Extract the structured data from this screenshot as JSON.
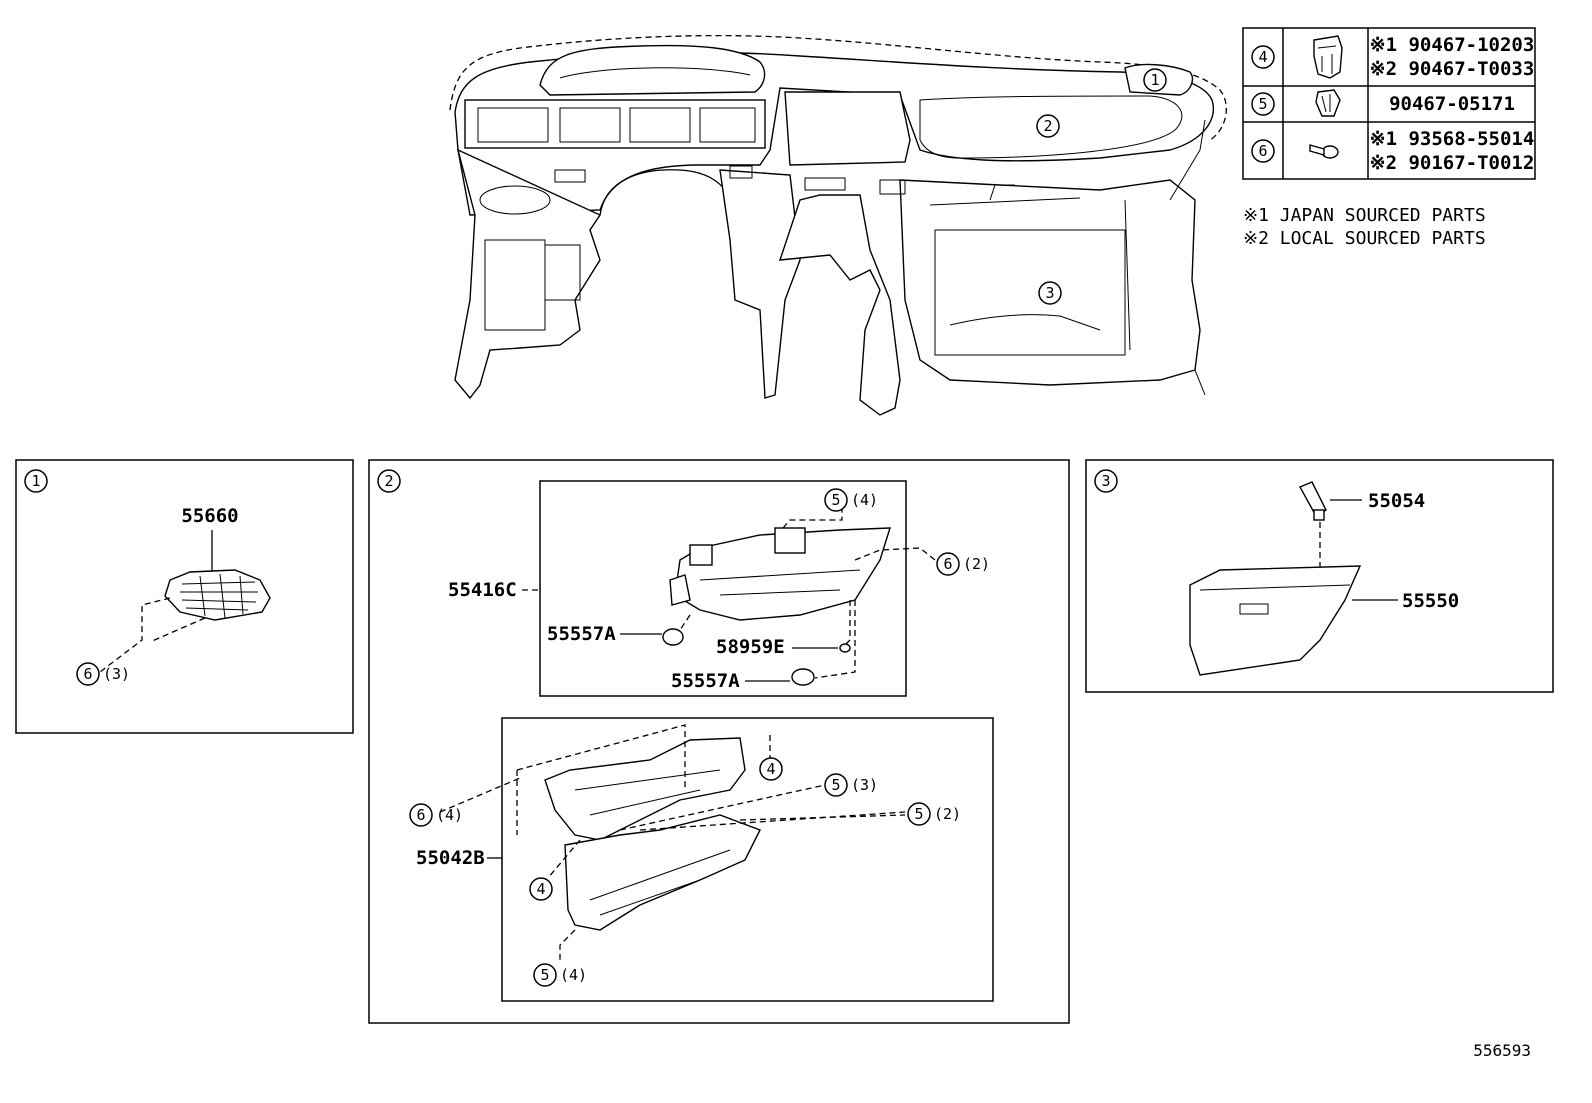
{
  "diagram_id": "556593",
  "fastener_table": [
    {
      "ref": "4",
      "lines": [
        "※1 90467-10203",
        "※2 90467-T0033"
      ]
    },
    {
      "ref": "5",
      "lines": [
        "90467-05171"
      ]
    },
    {
      "ref": "6",
      "lines": [
        "※1 93568-55014",
        "※2 90167-T0012"
      ]
    }
  ],
  "notes": [
    "※1 JAPAN SOURCED PARTS",
    "※2 LOCAL SOURCED PARTS"
  ],
  "overview_callouts": [
    "1",
    "2",
    "3"
  ],
  "panel1": {
    "ref": "1",
    "part_number": "55660",
    "fastener": {
      "ref": "6",
      "qty": "(3)"
    }
  },
  "panel2": {
    "ref": "2",
    "upper": {
      "part_number": "55416C",
      "clip_a": "55557A",
      "clip_b": "55557A",
      "plug": "58959E",
      "fastener_top": {
        "ref": "5",
        "qty": "(4)"
      },
      "fastener_right": {
        "ref": "6",
        "qty": "(2)"
      }
    },
    "lower": {
      "part_number": "55042B",
      "f_left": {
        "ref": "6",
        "qty": "(4)"
      },
      "f_a": {
        "ref": "4"
      },
      "f_b": {
        "ref": "5",
        "qty": "(3)"
      },
      "f_c": {
        "ref": "5",
        "qty": "(2)"
      },
      "f_d": {
        "ref": "4"
      },
      "f_bottom": {
        "ref": "5",
        "qty": "(4)"
      }
    }
  },
  "panel3": {
    "ref": "3",
    "damper": "55054",
    "glovebox": "55550"
  }
}
